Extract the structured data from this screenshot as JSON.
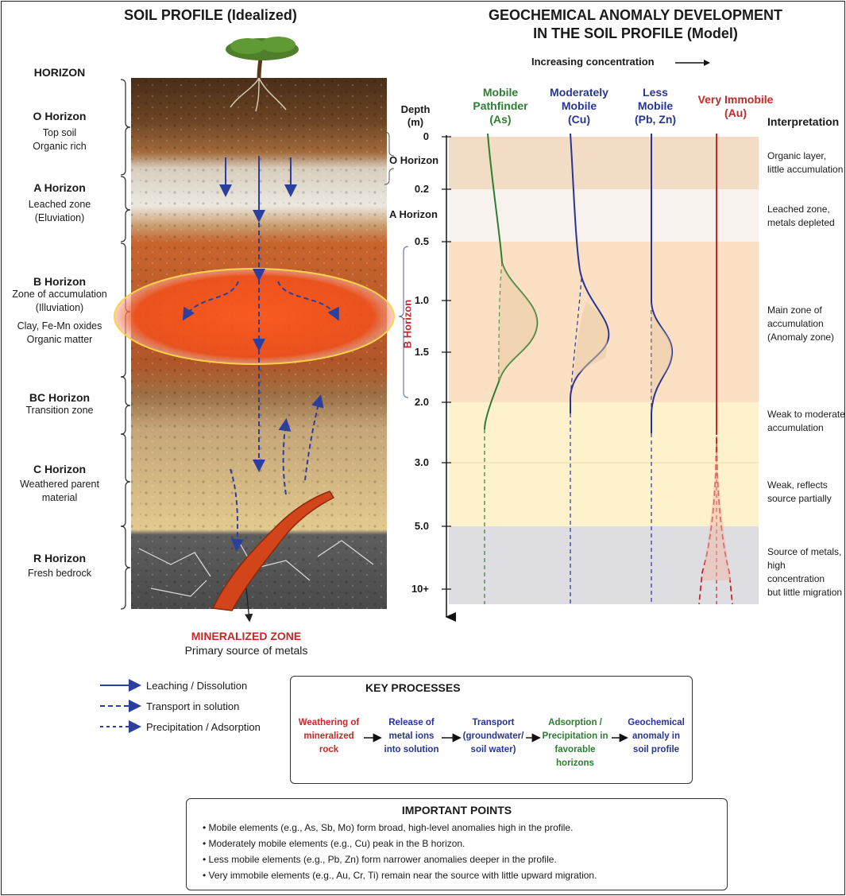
{
  "left_title": "SOIL PROFILE (Idealized)",
  "right_title_line1": "GEOCHEMICAL ANOMALY DEVELOPMENT",
  "right_title_line2": "IN THE SOIL PROFILE (Model)",
  "horizon_header": "HORIZON",
  "horizons": [
    {
      "name": "O Horizon",
      "desc1": "Top soil",
      "desc2": "Organic rich"
    },
    {
      "name": "A Horizon",
      "desc1": "Leached zone",
      "desc2": "(Eluviation)"
    },
    {
      "name": "B Horizon",
      "desc1": "Zone of accumulation",
      "desc2": "(Illuviation)",
      "desc3": "Clay, Fe-Mn oxides",
      "desc4": "Organic matter"
    },
    {
      "name": "BC Horizon",
      "desc1": "Transition zone"
    },
    {
      "name": "C Horizon",
      "desc1": "Weathered parent",
      "desc2": "material"
    },
    {
      "name": "R Horizon",
      "desc1": "Fresh bedrock"
    }
  ],
  "mineralized_label": "MINERALIZED ZONE",
  "mineralized_sub": "Primary source of metals",
  "legend": [
    {
      "label": "Leaching / Dissolution",
      "style": "solid"
    },
    {
      "label": "Transport in solution",
      "style": "dashed"
    },
    {
      "label": "Precipitation / Adsorption",
      "style": "dashed"
    }
  ],
  "increasing": "Increasing concentration",
  "depth_label_1": "Depth",
  "depth_label_2": "(m)",
  "depth_ticks": [
    "0",
    "0.2",
    "0.5",
    "1.0",
    "1.5",
    "2.0",
    "3.0",
    "5.0",
    "10+"
  ],
  "columns": [
    {
      "line1": "Mobile",
      "line2": "Pathfinder",
      "line3": "(As)",
      "color": "#2e7d32"
    },
    {
      "line1": "Moderately",
      "line2": "Mobile",
      "line3": "(Cu)",
      "color": "#283593"
    },
    {
      "line1": "Less",
      "line2": "Mobile",
      "line3": "(Pb, Zn)",
      "color": "#283593"
    },
    {
      "line1": "Very Immobile",
      "line2": "(Au)",
      "color": "#c62828"
    }
  ],
  "zone_labels": {
    "o": "O Horizon",
    "a": "A Horizon",
    "b": "B Horizon"
  },
  "interpretation_header": "Interpretation",
  "interpretations": [
    {
      "l1": "Organic layer,",
      "l2": "little accumulation"
    },
    {
      "l1": "Leached zone,",
      "l2": "metals depleted"
    },
    {
      "l1": "Main zone of",
      "l2": "accumulation",
      "l3": "(Anomaly zone)"
    },
    {
      "l1": "Weak to moderate",
      "l2": "accumulation"
    },
    {
      "l1": "Weak, reflects",
      "l2": "source partially"
    },
    {
      "l1": "Source of metals,",
      "l2": "high concentration",
      "l3": "but little migration"
    }
  ],
  "key_title": "KEY PROCESSES",
  "key_steps": [
    {
      "l1": "Weathering of",
      "l2": "mineralized rock",
      "color": "#c62828"
    },
    {
      "l1": "Release of",
      "l2": "metal ions",
      "l3": "into solution",
      "color": "#283593"
    },
    {
      "l1": "Transport",
      "l2": "(groundwater/",
      "l3": "soil water)",
      "color": "#283593"
    },
    {
      "l1": "Adsorption /",
      "l2": "Precipitation in",
      "l3": "favorable horizons",
      "color": "#2e7d32"
    },
    {
      "l1": "Geochemical",
      "l2": "anomaly in",
      "l3": "soil profile",
      "color": "#283593"
    }
  ],
  "important_title": "IMPORTANT POINTS",
  "important_points": [
    "Mobile elements (e.g., As, Sb, Mo) form broad, high-level anomalies high in the profile.",
    "Moderately mobile elements (e.g., Cu) peak in the B horizon.",
    "Less mobile elements (e.g., Pb, Zn) form narrower anomalies deeper in the profile.",
    "Very immobile elements (e.g., Au, Cr, Ti) remain near the source with little upward migration."
  ],
  "colors": {
    "green": "#2e7d32",
    "blue": "#283593",
    "red": "#c62828",
    "arrow_blue": "#2b3f9e"
  }
}
